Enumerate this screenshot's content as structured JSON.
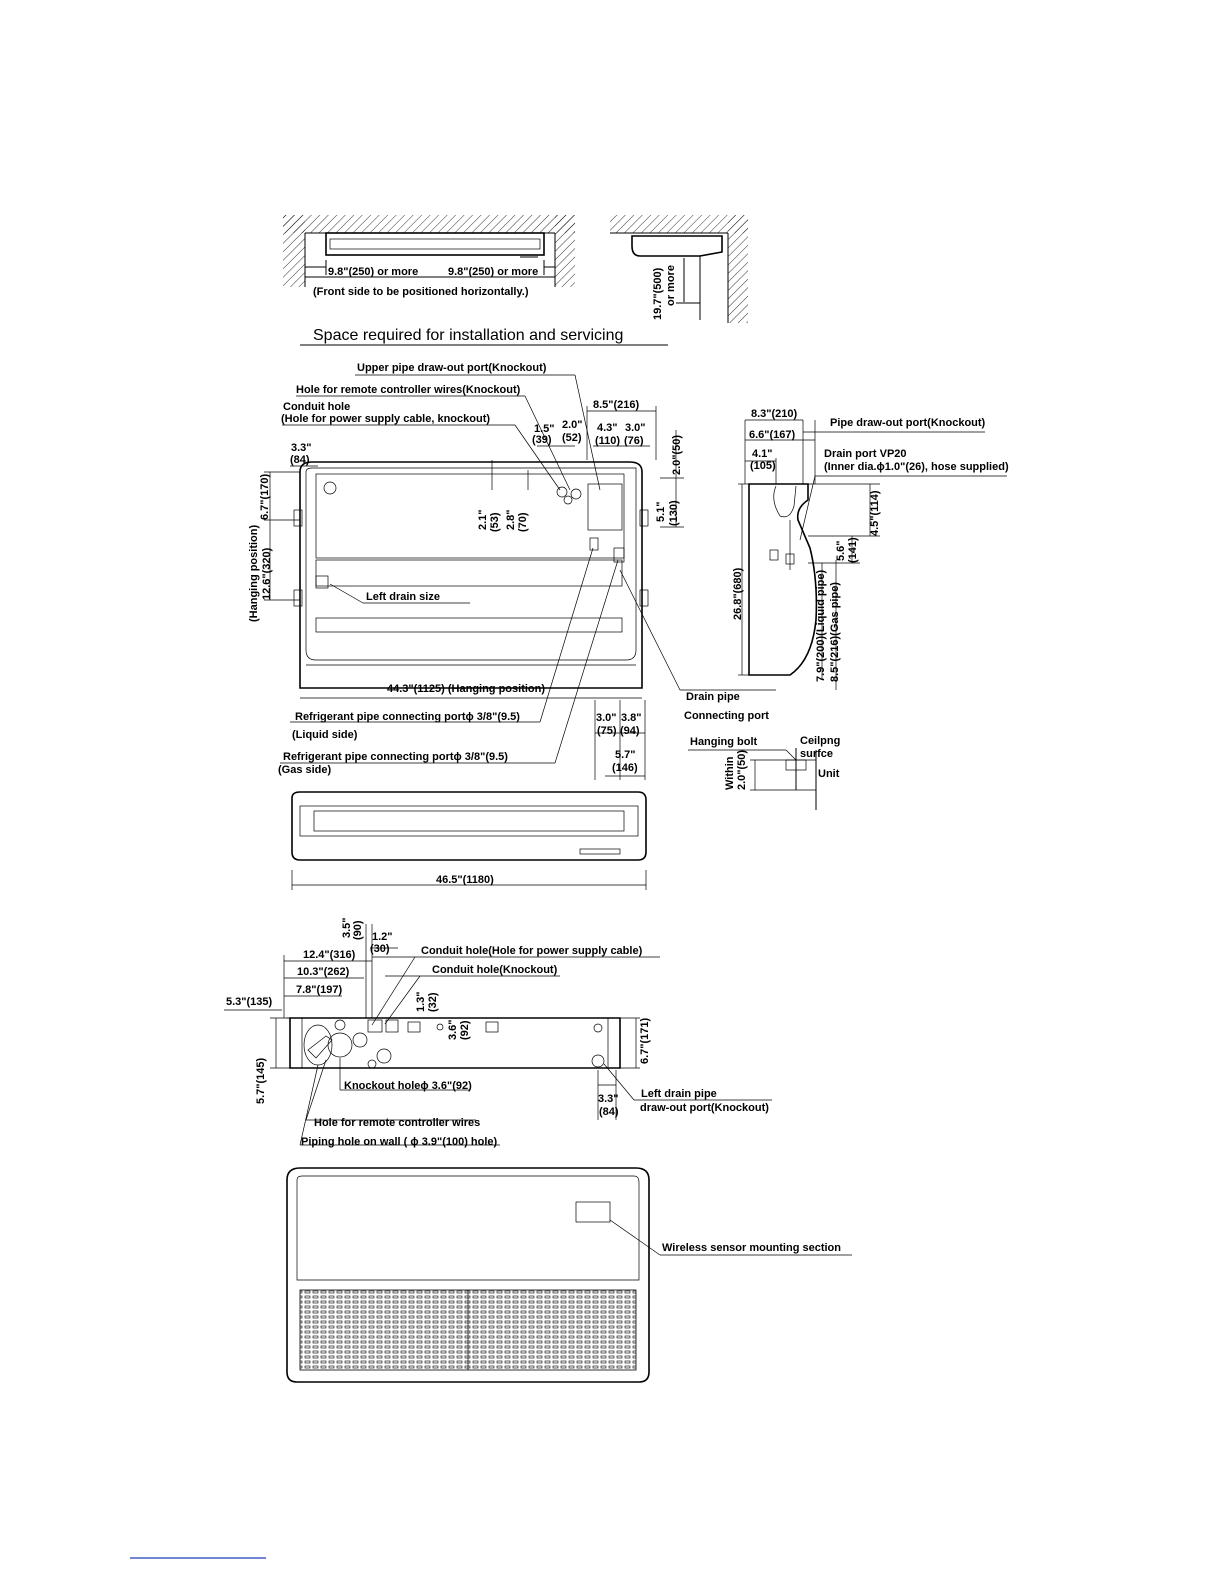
{
  "clearance": {
    "side_left": "9.8\"(250) or more",
    "side_right": "9.8\"(250) or more",
    "front_note": "(Front side to be positioned horizontally.)",
    "front_clear": "19.7\"(500)",
    "front_clear_2": "or more",
    "title": "Space required for installation and servicing"
  },
  "top_view": {
    "upper_pipe_port": "Upper pipe draw-out port(Knockout)",
    "remote_wires_hole": "Hole for remote controller wires(Knockout)",
    "conduit_hole": "Conduit hole",
    "conduit_hole_note": "(Hole for power supply cable, knockout)",
    "d_8_5": "8.5\"(216)",
    "d_1_5": "1.5\"",
    "d_39": "(39)",
    "d_2_0": "2.0\"",
    "d_52": "(52)",
    "d_4_3": "4.3\"",
    "d_110": "(110)",
    "d_3_0": "3.0\"",
    "d_76": "(76)",
    "d_3_3": "3.3\"",
    "d_84": "(84)",
    "d_2_0_50": "2.0\"(50)",
    "d_2_1": "2.1\"",
    "d_53": "(53)",
    "d_2_8": "2.8\"",
    "d_70": "(70)",
    "d_5_1": "5.1\"",
    "d_130": "(130)",
    "d_6_7_170": "6.7\"(170)",
    "hanging_position": "(Hanging position)",
    "d_12_6_320": "12.6\"(320)",
    "left_drain_size": "Left drain size",
    "d_44_3": "44.3\"(1125) (Hanging position)",
    "refrig_port_liquid": "Refrigerant pipe connecting portϕ 3/8\"(9.5)",
    "liquid_side": "(Liquid side)",
    "refrig_port_gas": "Refrigerant pipe connecting portϕ 3/8\"(9.5)",
    "gas_side": "(Gas side)",
    "d_3_0_b": "3.0\"",
    "d_75": "(75)",
    "d_3_8": "3.8\"",
    "d_94": "(94)",
    "d_5_7": "5.7\"",
    "d_146": "(146)",
    "drain_pipe": "Drain pipe",
    "connecting_port": "Connecting port"
  },
  "side_view": {
    "d_8_3": "8.3\"(210)",
    "d_6_6": "6.6\"(167)",
    "d_4_1": "4.1\"",
    "d_105": "(105)",
    "pipe_port": "Pipe draw-out port(Knockout)",
    "drain_port": "Drain port VP20",
    "drain_port_note": "(Inner dia.ϕ1.0\"(26), hose supplied)",
    "d_4_5": "4.5\"(114)",
    "d_5_6": "5.6\"",
    "d_141": "(141)",
    "d_26_8": "26.8\"(680)",
    "d_7_9": "7.9\"(200)(Liquid pipe)",
    "d_8_5": "8.5\"(216)(Gas pipe)"
  },
  "hanging_bolt": {
    "label": "Hanging bolt",
    "ceiling": "Ceilpng",
    "surface": "surfce",
    "unit": "Unit",
    "within": "Within",
    "d_2_0": "2.0\"(50)"
  },
  "front_view": {
    "d_46_5": "46.5\"(1180)"
  },
  "bottom_view": {
    "d_3_5": "3.5\"",
    "d_90": "(90)",
    "d_1_2": "1.2\"",
    "d_30": "(30)",
    "d_12_4": "12.4\"(316)",
    "d_10_3": "10.3\"(262)",
    "d_7_8": "7.8\"(197)",
    "d_5_3": "5.3\"(135)",
    "conduit_power": "Conduit hole(Hole for power supply cable)",
    "conduit_knockout": "Conduit hole(Knockout)",
    "d_1_3": "1.3\"",
    "d_32": "(32)",
    "d_3_6": "3.6\"",
    "d_92": "(92)",
    "d_6_7": "6.7\"(171)",
    "d_5_7_145": "5.7\"(145)",
    "knockout_hole": "Knockout holeϕ 3.6\"(92)",
    "remote_wires": "Hole for remote controller wires",
    "piping_hole": "Piping hole on wall ( ϕ 3.9\"(100) hole)",
    "d_3_3": "3.3\"",
    "d_84": "(84)",
    "left_drain_pipe": "Left drain pipe",
    "left_drain_port": "draw-out port(Knockout)"
  },
  "grille_view": {
    "wireless_sensor": "Wireless sensor mounting section"
  }
}
